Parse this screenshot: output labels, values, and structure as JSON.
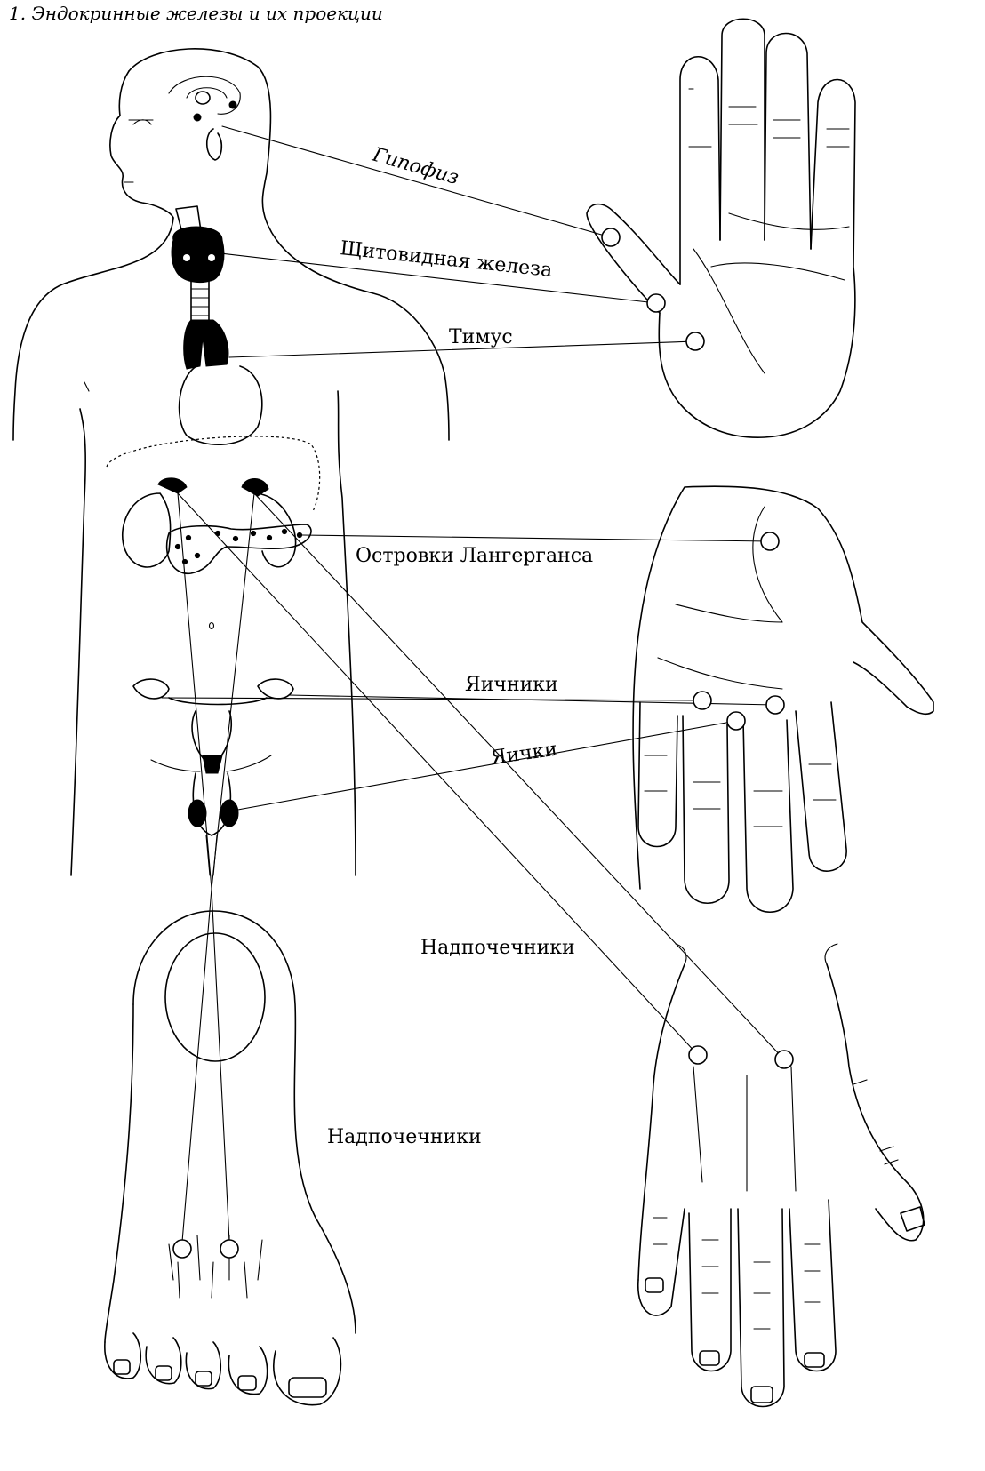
{
  "caption": "1. Эндокринные железы и их проекции",
  "labels": {
    "hypophysis": "Гипофиз",
    "thyroid": "Щитовидная железа",
    "thymus": "Тимус",
    "langerhans": "Островки Лангерганса",
    "ovaries": "Яичники",
    "testes": "Яички",
    "adrenals_hand": "Надпочечники",
    "adrenals_foot": "Надпочечники"
  }
}
